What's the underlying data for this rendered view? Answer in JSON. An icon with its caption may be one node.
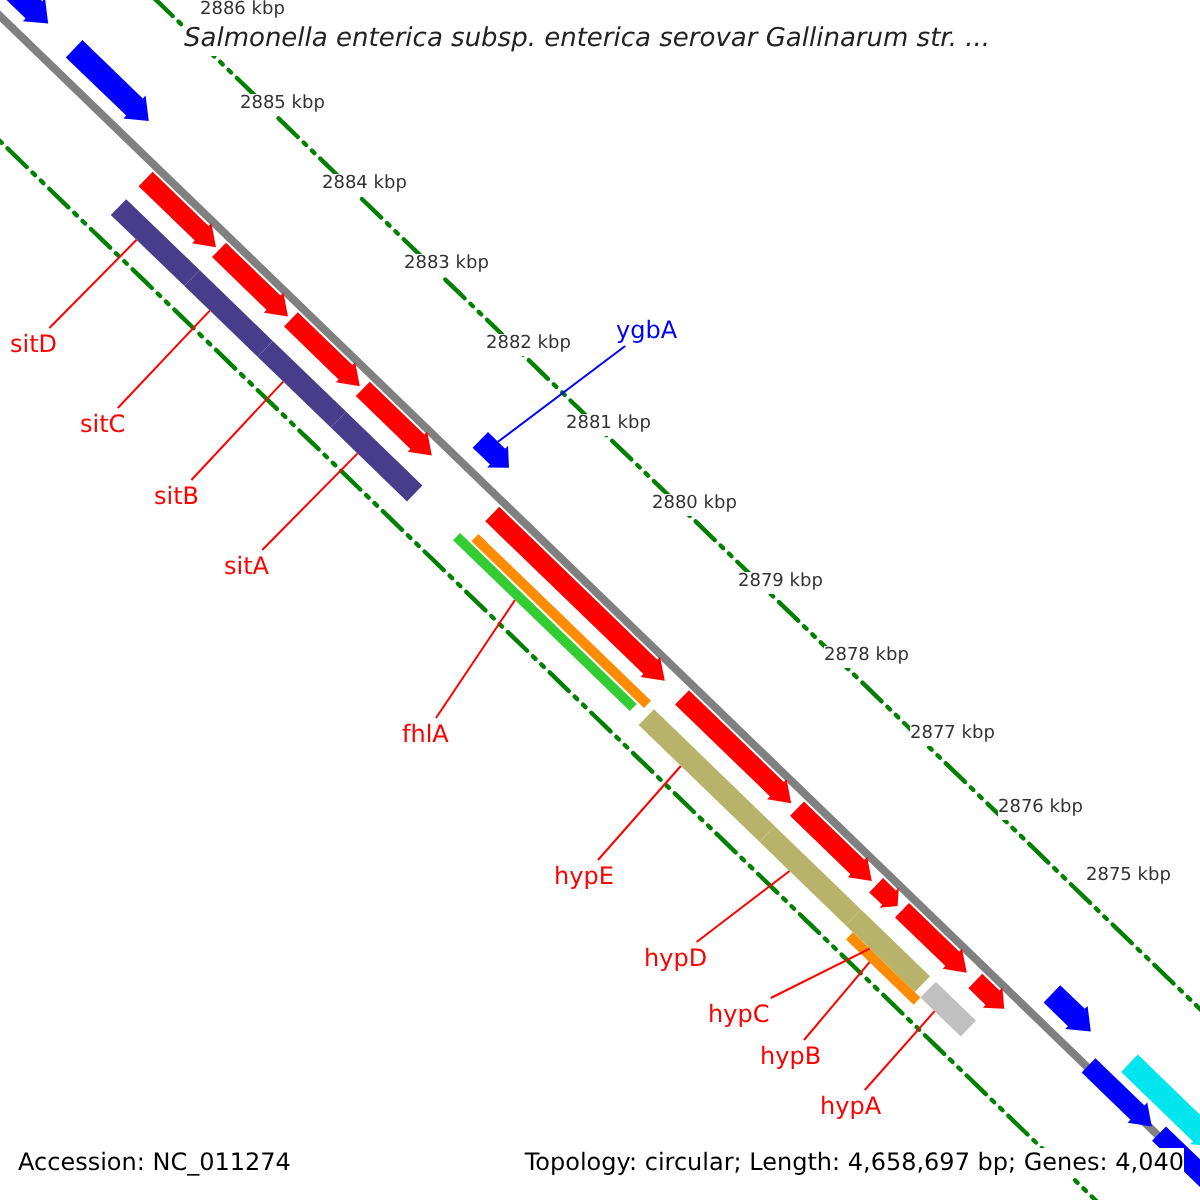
{
  "diagram": {
    "title": "Salmonella enterica subsp. enterica serovar Gallinarum str. ...",
    "nodes": [
      {
        "text": [
          "sitD"
        ]
      },
      {
        "text": [
          "sitC"
        ]
      },
      {
        "text": [
          "sitB"
        ]
      },
      {
        "text": [
          "sitA"
        ]
      },
      {
        "text": [
          "ygbA"
        ]
      },
      {
        "text": [
          "fhlA"
        ]
      },
      {
        "text": [
          "hypE"
        ]
      },
      {
        "text": [
          "hypD"
        ]
      },
      {
        "text": [
          "hypC"
        ]
      },
      {
        "text": [
          "hypB"
        ]
      },
      {
        "text": [
          "hypA"
        ]
      },
      {
        "text": [],
        "shape": "bar"
      },
      {
        "text": [],
        "shape": "bar"
      },
      {
        "text": [],
        "shape": "bar"
      },
      {
        "text": [],
        "shape": "bar"
      },
      {
        "text": [],
        "shape": "arrow"
      },
      {
        "text": [],
        "shape": "bar"
      },
      {
        "text": [],
        "shape": "bar"
      },
      {
        "text": [],
        "shape": "bar"
      },
      {
        "text": [],
        "shape": "bar"
      },
      {
        "text": [],
        "shape": "bar"
      },
      {
        "text": [],
        "shape": "bar"
      }
    ],
    "edges": [
      {
        "from": 0,
        "to": 11,
        "arrow": "none"
      },
      {
        "from": 1,
        "to": 12,
        "arrow": "none"
      },
      {
        "from": 2,
        "to": 13,
        "arrow": "none"
      },
      {
        "from": 3,
        "to": 14,
        "arrow": "none"
      },
      {
        "from": 4,
        "to": 15,
        "arrow": "none",
        "color": "#0000ff"
      },
      {
        "from": 5,
        "to": 16,
        "arrow": "none"
      },
      {
        "from": 6,
        "to": 17,
        "arrow": "none"
      },
      {
        "from": 7,
        "to": 18,
        "arrow": "none"
      },
      {
        "from": 8,
        "to": 19,
        "arrow": "none"
      },
      {
        "from": 9,
        "to": 20,
        "arrow": "none"
      },
      {
        "from": 10,
        "to": 21,
        "arrow": "none"
      }
    ],
    "labels": [
      "2886 kbp",
      "2885 kbp",
      "2884 kbp",
      "2883 kbp",
      "2882 kbp",
      "2881 kbp",
      "2880 kbp",
      "2879 kbp",
      "2878 kbp",
      "2877 kbp",
      "2876 kbp",
      "2875 kbp",
      "Accession: NC_011274",
      "Topology: circular; Length: 4,658,697 bp; Genes: 4,040"
    ]
  }
}
